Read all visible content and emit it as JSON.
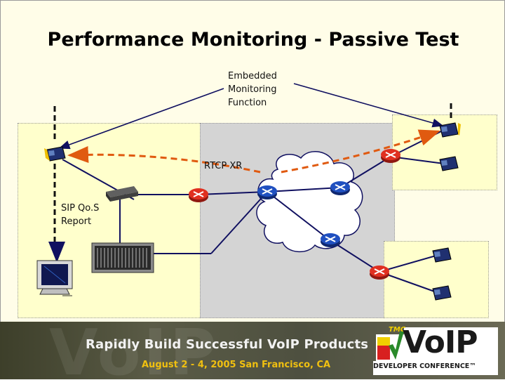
{
  "slide": {
    "title": "Performance Monitoring - Passive Test"
  },
  "labels": {
    "embedded_line1": "Embedded",
    "embedded_line2": "Monitoring",
    "embedded_line3": "Function",
    "rtcp": "RTCP XR",
    "sip_line1": "SIP Qo.S",
    "sip_line2": "Report"
  },
  "banner": {
    "headline": "Rapidly Build Successful VoIP Products",
    "event_info": "August 2 - 4, 2005 San Francisco, CA",
    "logo_small": "TMC",
    "logo_brand": "VoIP",
    "logo_tag": "DEVELOPER CONFERENCE™"
  },
  "colors": {
    "slide_bg": "#fffde8",
    "zone_fill": "#ffffcc",
    "network_fill": "#d4d4d4",
    "router_red": "#e03020",
    "router_blue": "#2050c0",
    "arrow_orange": "#e05a10",
    "line_dark": "#101060",
    "banner_accent": "#f0c010"
  },
  "icons": [
    "ip-phone-icon",
    "router-icon",
    "switch-icon",
    "media-gateway-icon",
    "monitor-icon",
    "cloud-icon"
  ]
}
